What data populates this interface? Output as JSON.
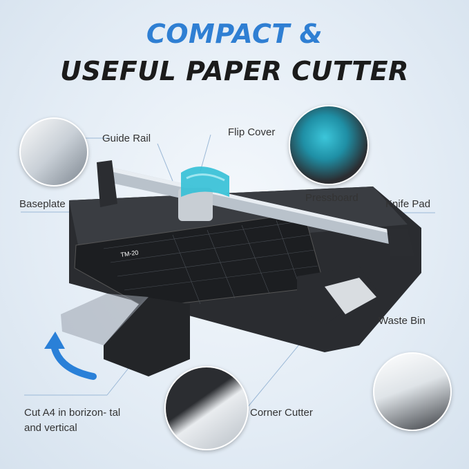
{
  "headline": {
    "line1": "COMPACT &",
    "line2": "USEFUL PAPER CUTTER"
  },
  "labels": {
    "guide_rail": "Guide Rail",
    "flip_cover": "Flip Cover",
    "baseplate": "Baseplate",
    "pressboard": "Pressboard",
    "knife_pad": "Knife Pad",
    "waste_bin": "Waste Bin",
    "cut_a4": "Cut A4 in borizon- tal and vertical",
    "corner_cutter": "Corner Cutter"
  },
  "board_marking": "TM-20",
  "colors": {
    "title_blue": "#2f7fd3",
    "title_dark": "#1b1b1b",
    "accent_teal": "#33c0d6",
    "board_black": "#1f2124",
    "arrow_blue": "#2a80d8"
  },
  "icons": [
    "curved-arrow-icon"
  ]
}
